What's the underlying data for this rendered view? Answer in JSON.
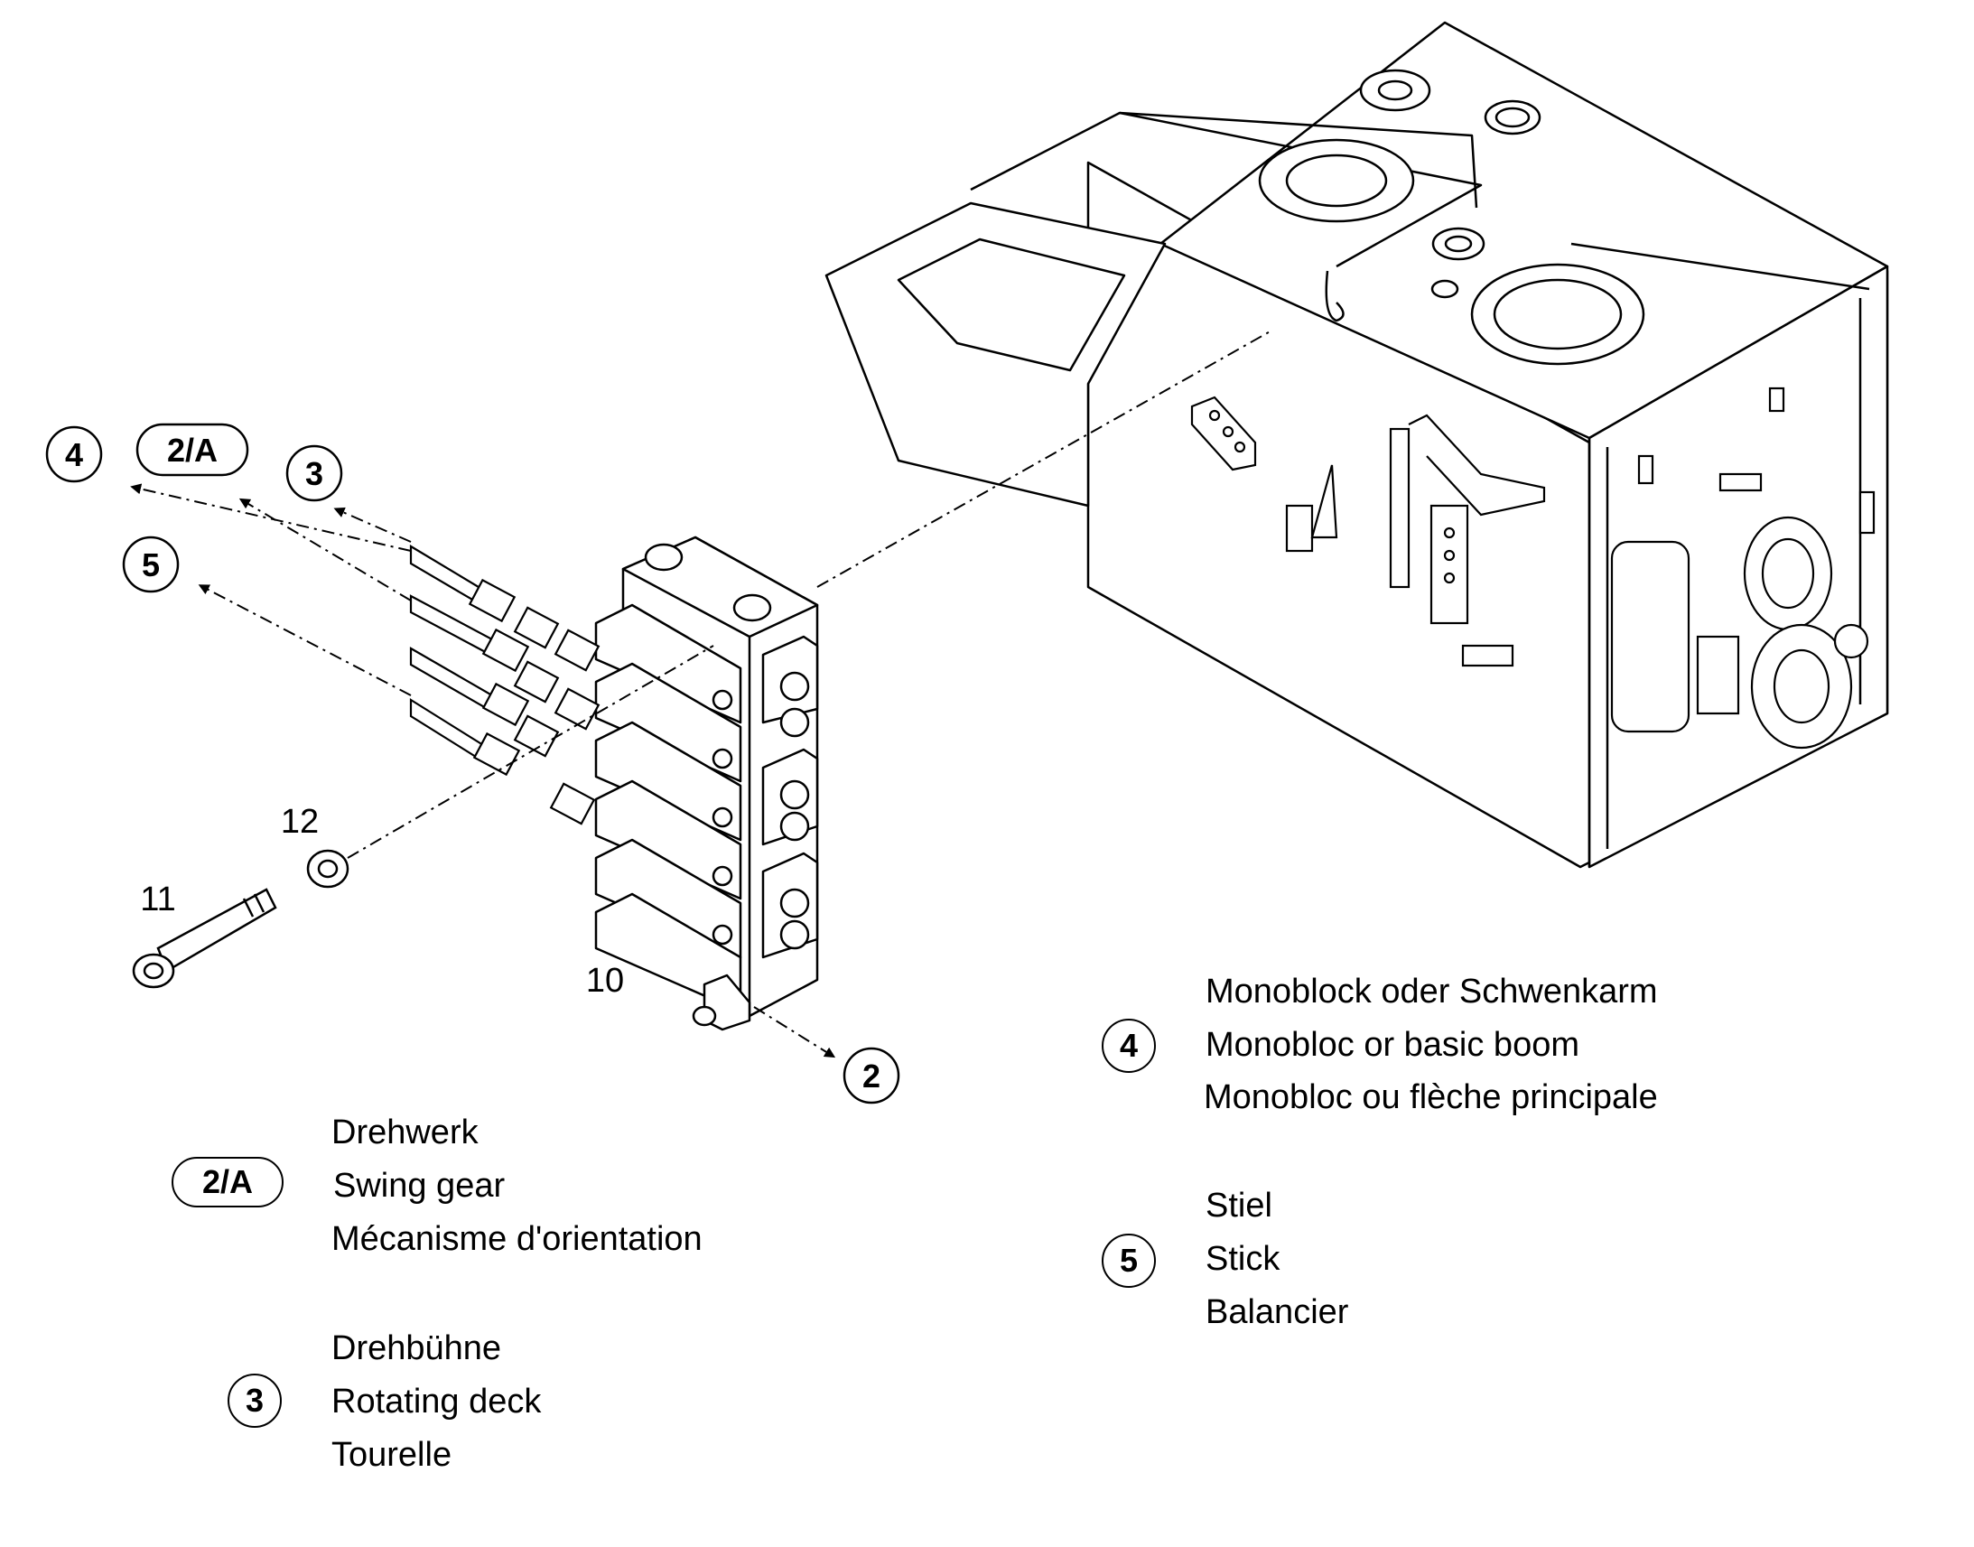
{
  "callouts": {
    "c4_top": "4",
    "c2a_top": "2/A",
    "c3_top": "3",
    "c5_top": "5",
    "c2_bottom": "2"
  },
  "part_numbers": {
    "p10": "10",
    "p11": "11",
    "p12": "12"
  },
  "legend": {
    "swing_gear": {
      "badge": "2/A",
      "lines": [
        "Drehwerk",
        "Swing gear",
        "Mécanisme d'orientation"
      ]
    },
    "rotating_deck": {
      "badge": "3",
      "lines": [
        "Drehbühne",
        "Rotating deck",
        "Tourelle"
      ]
    },
    "monoblock": {
      "badge": "4",
      "lines": [
        "Monoblock oder Schwenkarm",
        "Monobloc or basic boom",
        "Monobloc ou flèche principale"
      ]
    },
    "stick": {
      "badge": "5",
      "lines": [
        "Stiel",
        "Stick",
        "Balancier"
      ]
    }
  }
}
